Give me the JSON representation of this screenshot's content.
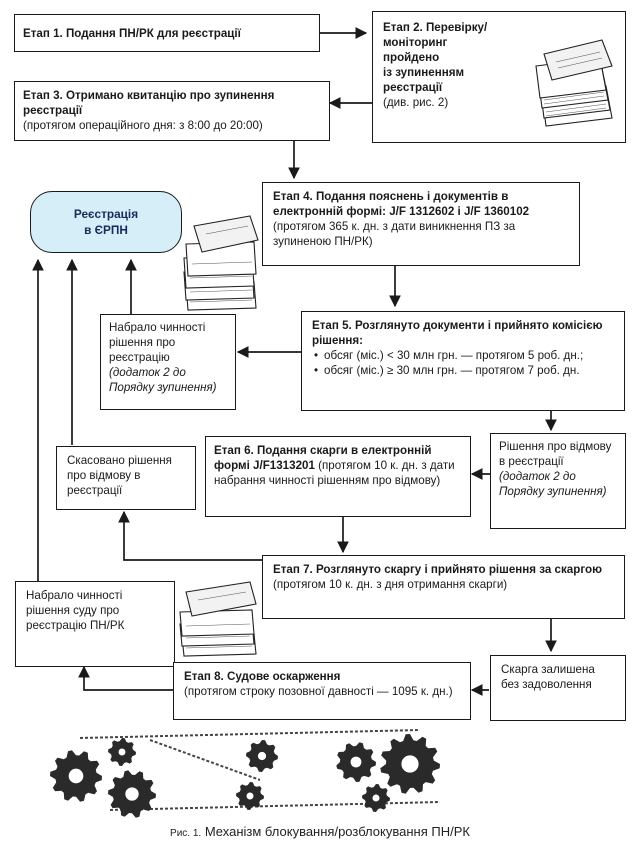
{
  "erpn": {
    "line1": "Реєстрація",
    "line2": "в ЄРПН"
  },
  "stage1": {
    "title": "Етап 1. Подання ПН/РК для реєстрації"
  },
  "stage2": {
    "l1": "Етап 2. Перевірку/",
    "l2": "моніторинг",
    "l3": "пройдено",
    "l4": "із зупиненням",
    "l5": "реєстрації",
    "note": "(див. рис. 2)"
  },
  "stage3": {
    "title": "Етап 3. Отримано квитанцію про зупинення реєстрації",
    "note": "(протягом операційного дня: з 8:00 до 20:00)"
  },
  "stage4": {
    "title": "Етап 4. Подання пояснень і документів в електронній формі: J/F 1312602 і J/F 1360102",
    "note": "(протягом 365 к. дн. з дати виникнення ПЗ за зупиненою ПН/РК)"
  },
  "stage5": {
    "title": "Етап 5. Розглянуто документи і прийнято комісією рішення:",
    "bullets": [
      "обсяг (міс.) < 30 млн грн. — протягом 5 роб. дн.;",
      "обсяг (міс.) ≥ 30 млн грн. — протягом 7 роб. дн."
    ]
  },
  "registered": {
    "text": "Набрало чинності рішення про реєстрацію",
    "italic": "(додаток 2 до Порядку зупинення)"
  },
  "refusal": {
    "text": "Рішення про відмову в реєстрації",
    "italic": "(додаток 2 до Порядку зупинення)"
  },
  "stage6": {
    "title": "Етап 6. Подання скарги в електронній формі J/F1313201",
    "note": "(протягом 10 к. дн. з дати набрання чинності рішенням про відмову)"
  },
  "cancelled": {
    "text": "Скасовано рішення про відмову в реєстрації"
  },
  "stage7": {
    "title": "Етап 7. Розглянуто скаргу і прийнято рішення за скаргою",
    "note": "(протягом 10 к. дн. з дня отримання скарги)"
  },
  "court": {
    "text": "Набрало чинності рішення суду про реєстрацію ПН/РК"
  },
  "complaint": {
    "text": "Скарга залишена без задоволення"
  },
  "stage8": {
    "title": "Етап 8. Судове оскарження",
    "note": "(протягом строку позовної давності — 1095 к. дн.)"
  },
  "caption": {
    "prefix": "Рис. 1.",
    "text": "Механізм блокування/розблокування ПН/РК"
  },
  "colors": {
    "erpn_fill": "#d6eef8",
    "line": "#1a1a1a"
  }
}
